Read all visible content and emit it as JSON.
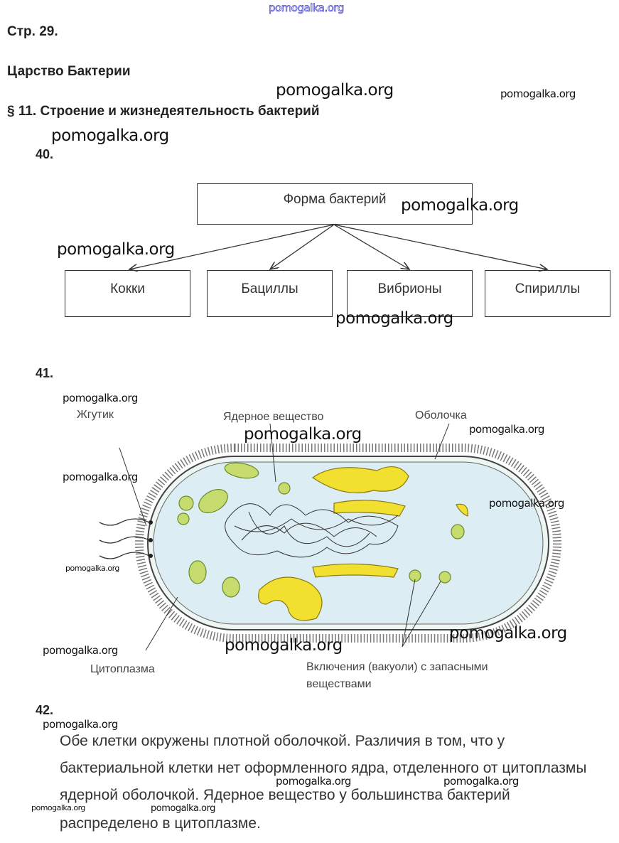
{
  "watermark": "pomogalka.org",
  "header": {
    "page": "Стр. 29.",
    "chapter": "Царство Бактерии",
    "section": "§ 11. Строение и жизнедеятельность бактерий"
  },
  "task40": {
    "number": "40.",
    "root": "Форма бактерий",
    "children": [
      "Кокки",
      "Бациллы",
      "Вибрионы",
      "Спириллы"
    ]
  },
  "task41": {
    "number": "41.",
    "labels": {
      "flagellum": "Жгутик",
      "nuclear": "Ядерное вещество",
      "membrane": "Оболочка",
      "cytoplasm": "Цитоплазма",
      "inclusions_1": "Включения (вакуоли) с запасными",
      "inclusions_2": "веществами"
    }
  },
  "task42": {
    "number": "42.",
    "lines": [
      "Обе клетки окружены плотной оболочкой. Различия в том, что у",
      "бактериальной клетки нет оформленного ядра, отделенного от цитоплазмы",
      "ядерной оболочкой. Ядерное вещество у большинства бактерий",
      "распределено в цитоплазме."
    ]
  }
}
